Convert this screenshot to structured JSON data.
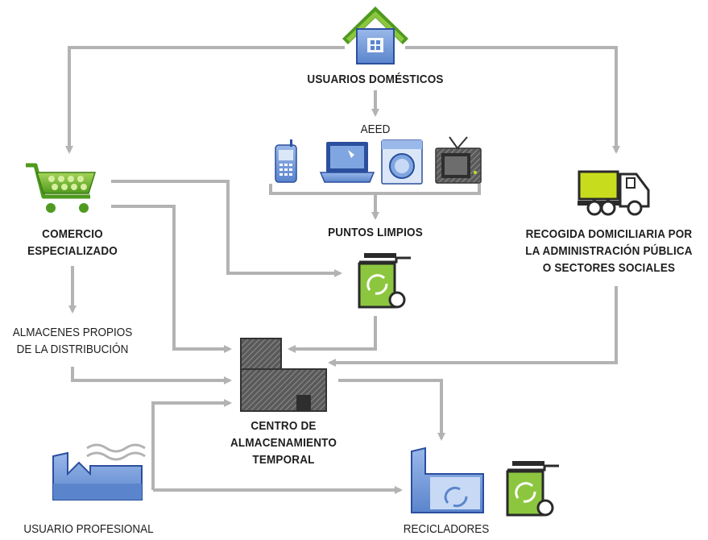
{
  "nodes": {
    "domestic_users": "USUARIOS DOMÉSTICOS",
    "aeed": "AEED",
    "clean_points": "PUNTOS LIMPIOS",
    "specialized_retail_line1": "COMERCIO",
    "specialized_retail_line2": "ESPECIALIZADO",
    "municipal_collection_line1": "RECOGIDA DOMICILIARIA POR",
    "municipal_collection_line2": "LA ADMINISTRACIÓN PÚBLICA",
    "municipal_collection_line3": "O SECTORES SOCIALES",
    "own_warehouses_line1": "ALMACENES PROPIOS",
    "own_warehouses_line2": "DE LA DISTRIBUCIÓN",
    "storage_center_line1": "CENTRO DE",
    "storage_center_line2": "ALMACENAMIENTO",
    "storage_center_line3": "TEMPORAL",
    "professional_user": "USUARIO PROFESIONAL",
    "recyclers": "RECICLADORES"
  },
  "colors": {
    "arrow": "#b3b3b3",
    "green": "#8cc63f",
    "green_dark": "#4d8a1d",
    "blue": "#7fa6e0",
    "blue_dark": "#2b4f9e",
    "gray_building": "#555555",
    "truck_yellow": "#c8dc1e"
  },
  "icons": [
    "house-icon",
    "mobile-phone-icon",
    "laptop-icon",
    "washing-machine-icon",
    "television-icon",
    "shopping-cart-icon",
    "truck-icon",
    "recycling-bin-icon",
    "warehouse-building-icon",
    "factory-icon",
    "recycling-plant-icon"
  ]
}
